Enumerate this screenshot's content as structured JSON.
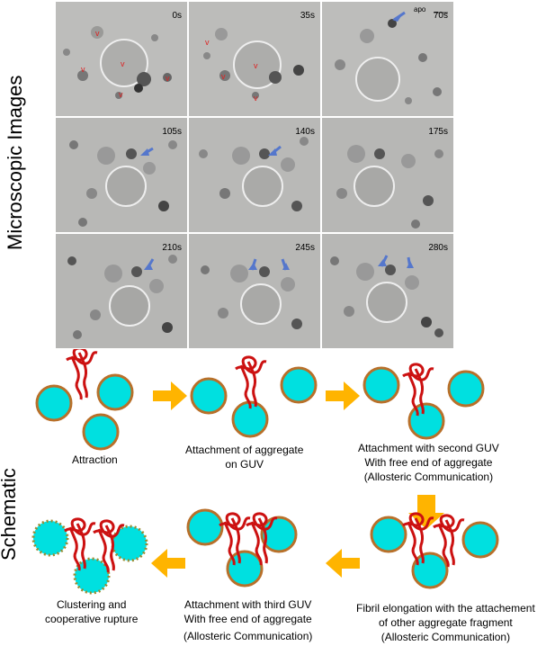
{
  "side_labels": {
    "microscopic": "Microscopic Images",
    "schematic": "Schematic"
  },
  "frames": [
    {
      "time": "0s"
    },
    {
      "time": "35s"
    },
    {
      "time": "70s"
    },
    {
      "time": "105s"
    },
    {
      "time": "140s"
    },
    {
      "time": "175s"
    },
    {
      "time": "210s"
    },
    {
      "time": "245s"
    },
    {
      "time": "280s"
    }
  ],
  "vesicle_marker": "v",
  "apo_label": "apo",
  "captions": {
    "attraction": "Attraction",
    "attach_aggregate_1": "Attachment of aggregate",
    "attach_aggregate_2": "on GUV",
    "second_guv_1": "Attachment with second GUV",
    "second_guv_2": "With free end of aggregate",
    "second_guv_3": "(Allosteric Communication)",
    "elongation_1": "Fibril elongation with the attachement",
    "elongation_2": "of other aggregate fragment",
    "elongation_3": "(Allosteric Communication)",
    "third_guv_1": "Attachment with third GUV",
    "third_guv_2": "With free end of aggregate",
    "third_guv_3": "(Allosteric Communication)",
    "rupture_1": "Clustering and",
    "rupture_2": "cooperative  rupture"
  },
  "colors": {
    "guv_fill": "#00e0e0",
    "guv_border": "#b8702a",
    "aggregate": "#cc1111",
    "arrow": "#ffb400",
    "pointer": "#5577cc",
    "vmark": "#dd2222"
  }
}
